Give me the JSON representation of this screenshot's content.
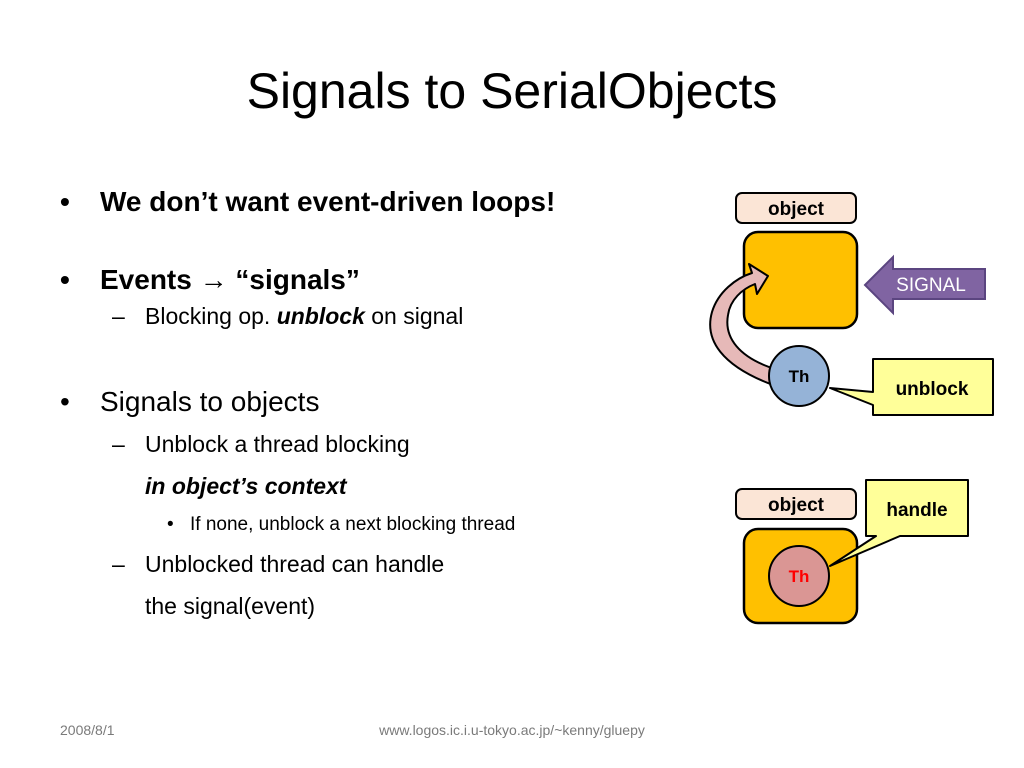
{
  "slide": {
    "title": "Signals to SerialObjects",
    "bullet1": "We don’t want event-driven loops!",
    "bullet2": "Events → “signals”",
    "bullet2_sub_a": "Blocking op.",
    "bullet2_sub_b": "unblock",
    "bullet2_sub_c": "on signal",
    "bullet3": "Signals to objects",
    "bullet3_sub1_line1": "Unblock a thread blocking",
    "bullet3_sub1_line2": "in object’s context",
    "bullet3_sub1_sub": "If none, unblock a next blocking thread",
    "bullet3_sub2_line1": "Unblocked thread can handle",
    "bullet3_sub2_line2": "the signal(event)",
    "dash": "–"
  },
  "diagram": {
    "top_object_label": "object",
    "signal_label": "SIGNAL",
    "top_thread_label": "Th",
    "unblock_callout": "unblock",
    "bottom_object_label": "object",
    "handle_callout": "handle",
    "bottom_thread_label": "Th",
    "colors": {
      "object_fill": "#FFC000",
      "label_fill": "#FBE5D6",
      "signal_fill": "#8064A2",
      "thread_blue": "#95B3D7",
      "thread_red_fill": "#DA9694",
      "thread_red_text": "#FF0000",
      "callout_fill": "#FFFF99",
      "arrow_fill": "#E6B9B8"
    }
  },
  "footer": {
    "date": "2008/8/1",
    "url": "www.logos.ic.i.u-tokyo.ac.jp/~kenny/gluepy"
  }
}
